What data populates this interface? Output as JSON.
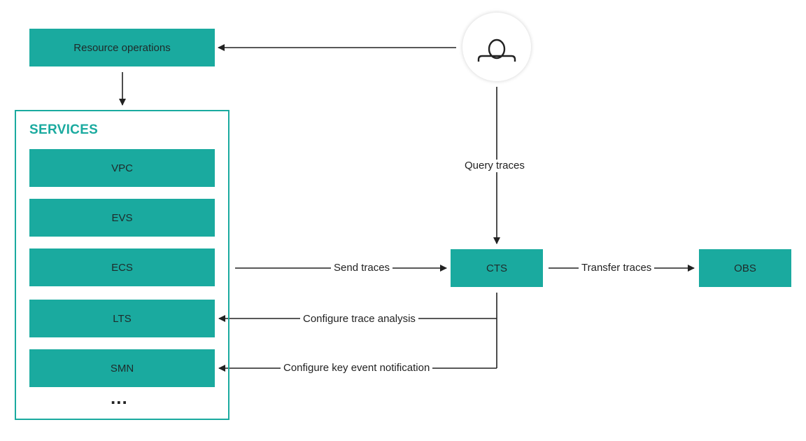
{
  "nodes": {
    "resource_operations": "Resource operations",
    "services_title": "SERVICES",
    "services": [
      "VPC",
      "EVS",
      "ECS",
      "LTS",
      "SMN"
    ],
    "more": "...",
    "cts": "CTS",
    "obs": "OBS"
  },
  "edges": {
    "query_traces": "Query traces",
    "send_traces": "Send traces",
    "transfer_traces": "Transfer traces",
    "configure_trace_analysis": "Configure trace analysis",
    "configure_key_event_notification": "Configure key event notification"
  },
  "colors": {
    "accent": "#1aaa9f",
    "line": "#222222"
  },
  "icons": {
    "user": "user-icon"
  }
}
